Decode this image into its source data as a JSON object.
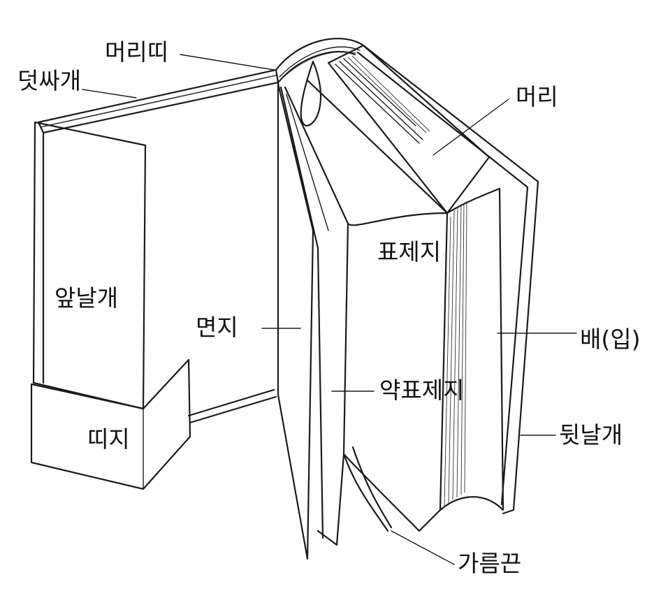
{
  "labels": {
    "meori_tti": "머리띠",
    "dit_ssagae": "덧싸개",
    "meori": "머리",
    "pyoje_ji": "표제지",
    "ap_nalgae": "앞날개",
    "myeon_ji": "면지",
    "bae_ip": "배(입)",
    "yak_pyoje_ji": "약표제지",
    "tti_ji": "띠지",
    "dwit_nalgae": "뒷날개",
    "gareum_kkeun": "가름끈"
  }
}
